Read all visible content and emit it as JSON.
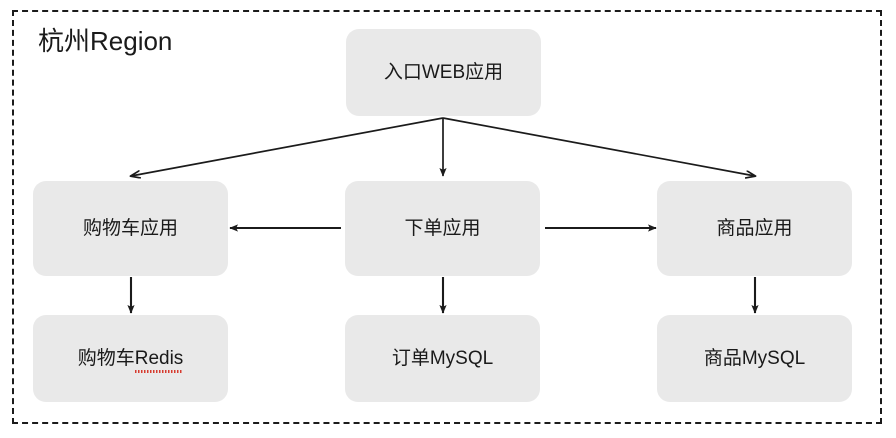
{
  "region": {
    "title": "杭州Region",
    "border_style": "dashed",
    "border_color": "#1b1b1b"
  },
  "theme": {
    "node_fill": "#e9e9e9",
    "text_color": "#1a1a1a",
    "edge_color": "#1b1b1b",
    "spellcheck_underline": "#d63b2f",
    "background": "#ffffff"
  },
  "nodes": {
    "web_entry": {
      "label": "入口WEB应用"
    },
    "cart_app": {
      "label": "购物车应用"
    },
    "order_app": {
      "label": "下单应用"
    },
    "product_app": {
      "label": "商品应用"
    },
    "cart_redis": {
      "label_prefix": "购物车",
      "label_suffix": "Redis"
    },
    "order_mysql": {
      "label": "订单MySQL"
    },
    "product_mysql": {
      "label": "商品MySQL"
    }
  },
  "edges": [
    {
      "from": "web_entry",
      "to": "cart_app",
      "kind": "diagonal-left",
      "arrow": "end"
    },
    {
      "from": "web_entry",
      "to": "order_app",
      "kind": "vertical",
      "arrow": "end"
    },
    {
      "from": "web_entry",
      "to": "product_app",
      "kind": "diagonal-right",
      "arrow": "end"
    },
    {
      "from": "order_app",
      "to": "cart_app",
      "kind": "horizontal-left",
      "arrow": "end"
    },
    {
      "from": "order_app",
      "to": "product_app",
      "kind": "horizontal-right",
      "arrow": "end"
    },
    {
      "from": "cart_app",
      "to": "cart_redis",
      "kind": "vertical",
      "arrow": "end"
    },
    {
      "from": "order_app",
      "to": "order_mysql",
      "kind": "vertical",
      "arrow": "end"
    },
    {
      "from": "product_app",
      "to": "product_mysql",
      "kind": "vertical",
      "arrow": "end"
    }
  ]
}
